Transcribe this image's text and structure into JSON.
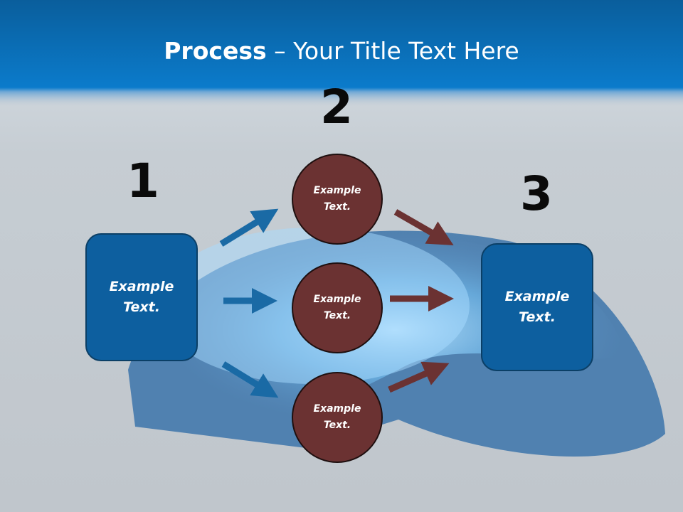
{
  "slide": {
    "title_bold": "Process",
    "title_rest": " – Your Title Text Here",
    "colors": {
      "title_bar": "#0a6fb9",
      "box_fill": "#0d5f9f",
      "circle_fill": "#6b3232",
      "arrow_blue": "#1a6aa5",
      "arrow_brown": "#6b3232"
    }
  },
  "steps": {
    "num1": "1",
    "num2": "2",
    "num3": "3"
  },
  "nodes": {
    "box_left": "Example\nText.",
    "circle_top": "Example\nText.",
    "circle_mid": "Example\nText.",
    "circle_bottom": "Example\nText.",
    "box_right": "Example\nText."
  }
}
